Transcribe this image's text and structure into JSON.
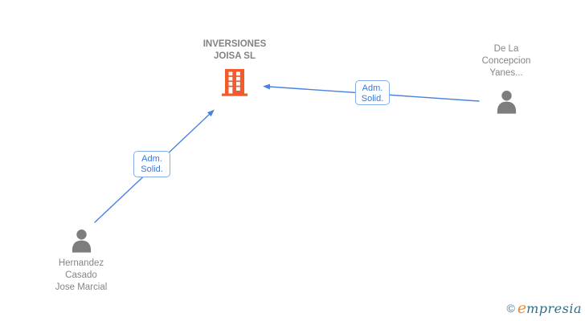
{
  "colors": {
    "arrow_blue": "#4a82e0",
    "edge_label_border": "#85aee9",
    "edge_label_text": "#3c78d4",
    "node_text_gray": "#858585",
    "person_icon_gray": "#7d7d7d",
    "building_icon_orange": "#f25b2c",
    "logo_teal": "#2a6f8a",
    "logo_orange": "#ed8a2c"
  },
  "diagram": {
    "company": {
      "name_line1": "INVERSIONES",
      "name_line2": "JOISA SL",
      "icon": "building-icon"
    },
    "persons": [
      {
        "line1": "Hernandez",
        "line2": "Casado",
        "line3": "Jose Marcial",
        "icon": "person-icon"
      },
      {
        "line1": "De La",
        "line2": "Concepcion",
        "line3": "Yanes...",
        "icon": "person-icon"
      }
    ],
    "edges": [
      {
        "from": "Hernandez Casado Jose Marcial",
        "to": "INVERSIONES JOISA SL",
        "label_line1": "Adm.",
        "label_line2": "Solid."
      },
      {
        "from": "De La Concepcion Yanes...",
        "to": "INVERSIONES JOISA SL",
        "label_line1": "Adm.",
        "label_line2": "Solid."
      }
    ]
  },
  "footer": {
    "copyright_symbol": "©",
    "brand_initial": "e",
    "brand_rest": "mpresia"
  }
}
